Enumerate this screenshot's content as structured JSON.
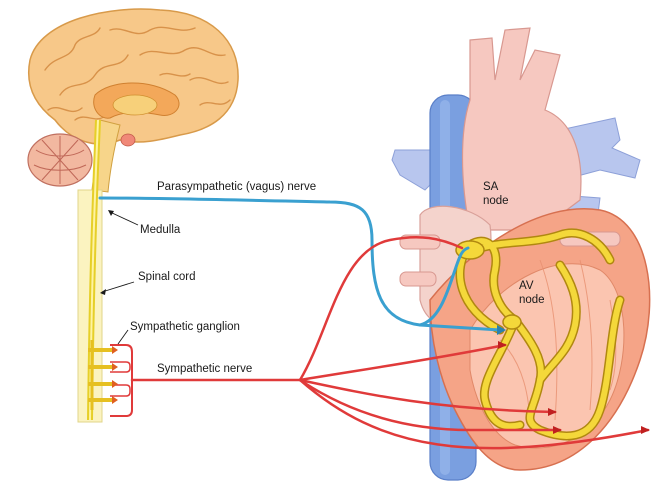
{
  "labels": {
    "parasympathetic": "Parasympathetic (vagus) nerve",
    "medulla": "Medulla",
    "spinal_cord": "Spinal cord",
    "sympathetic_ganglion": "Sympathetic ganglion",
    "sympathetic_nerve": "Sympathetic nerve",
    "sa_node_line1": "SA",
    "sa_node_line2": "node",
    "av_node_line1": "AV",
    "av_node_line2": "node"
  },
  "colors": {
    "parasympathetic_nerve": "#3aa0d0",
    "sympathetic_nerve": "#e03a3a",
    "conduction": "#f0d23a",
    "brain": "#f6c27a",
    "heart": "#f3a07e",
    "vein": "#7a9fe0"
  }
}
